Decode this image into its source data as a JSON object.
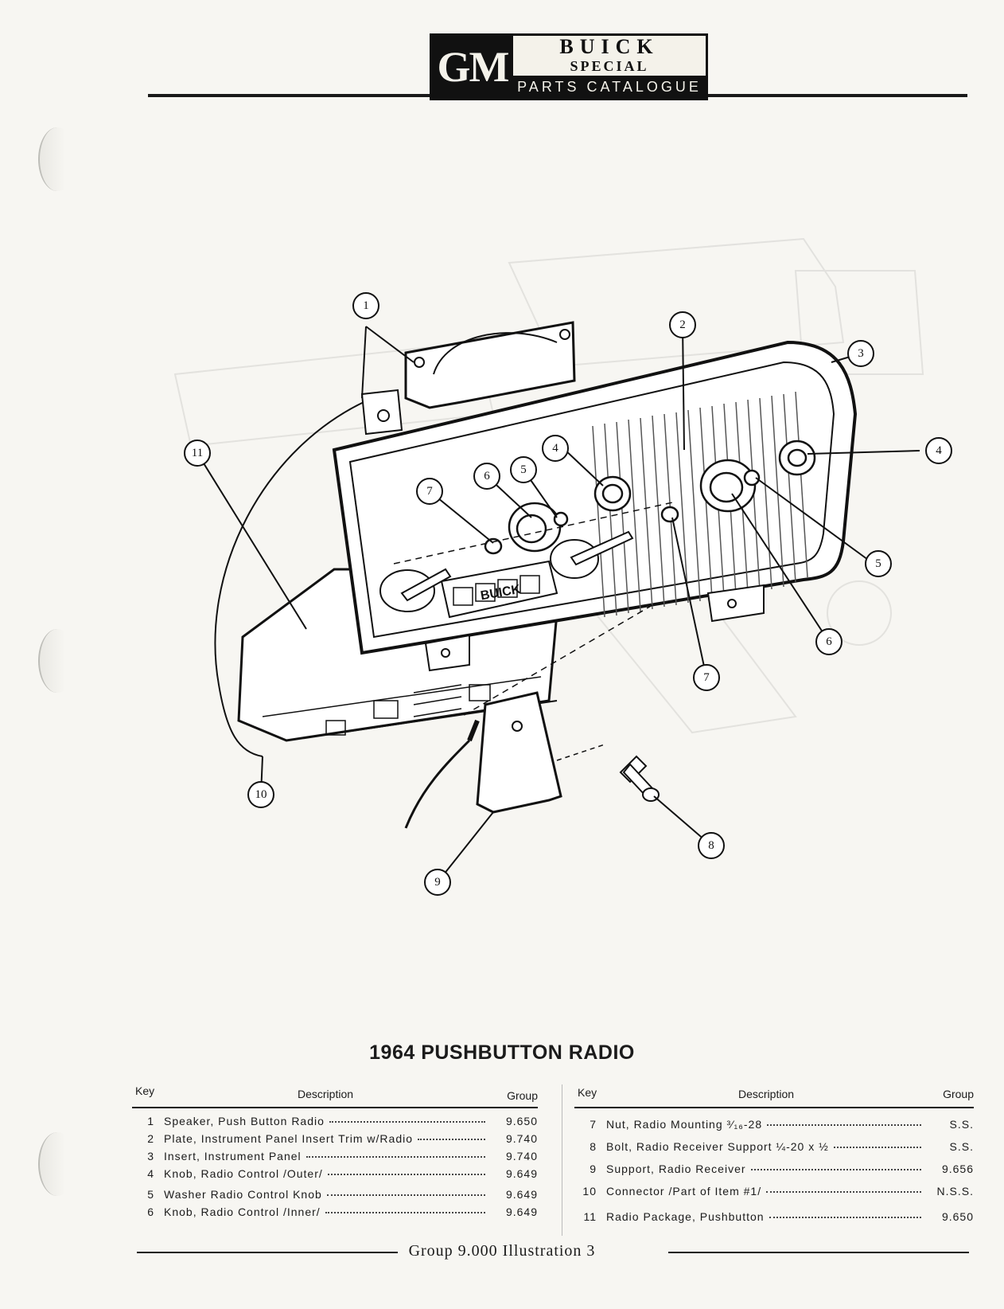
{
  "header": {
    "logo": "GM",
    "line1": "BUICK",
    "line2": "SPECIAL",
    "line3": "PARTS CATALOGUE"
  },
  "diagram": {
    "callouts": [
      "1",
      "2",
      "3",
      "4",
      "4",
      "5",
      "5",
      "6",
      "6",
      "7",
      "7",
      "8",
      "9",
      "10",
      "11"
    ],
    "panel_lettering": "BUICK"
  },
  "section_title": "1964 PUSHBUTTON RADIO",
  "table_headers": {
    "key": "Key",
    "description": "Description",
    "group": "Group"
  },
  "parts_left": [
    {
      "key": "1",
      "description": "Speaker, Push Button Radio",
      "group": "9.650"
    },
    {
      "key": "2",
      "description": "Plate, Instrument Panel Insert Trim w/Radio",
      "group": "9.740"
    },
    {
      "key": "3",
      "description": "Insert, Instrument Panel",
      "group": "9.740"
    },
    {
      "key": "4",
      "description": "Knob, Radio Control /Outer/",
      "group": "9.649"
    },
    {
      "key": "5",
      "description": "Washer Radio Control Knob",
      "group": "9.649"
    },
    {
      "key": "6",
      "description": "Knob, Radio Control /Inner/",
      "group": "9.649"
    }
  ],
  "parts_right": [
    {
      "key": "7",
      "description": "Nut, Radio Mounting ³⁄₁₆-28",
      "group": "S.S."
    },
    {
      "key": "8",
      "description": "Bolt, Radio Receiver Support ¼-20 x ½",
      "group": "S.S."
    },
    {
      "key": "9",
      "description": "Support, Radio Receiver",
      "group": "9.656"
    },
    {
      "key": "10",
      "description": "Connector /Part of Item #1/",
      "group": "N.S.S."
    },
    {
      "key": "11",
      "description": "Radio Package, Pushbutton",
      "group": "9.650"
    }
  ],
  "footer": "Group 9.000 Illustration 3"
}
